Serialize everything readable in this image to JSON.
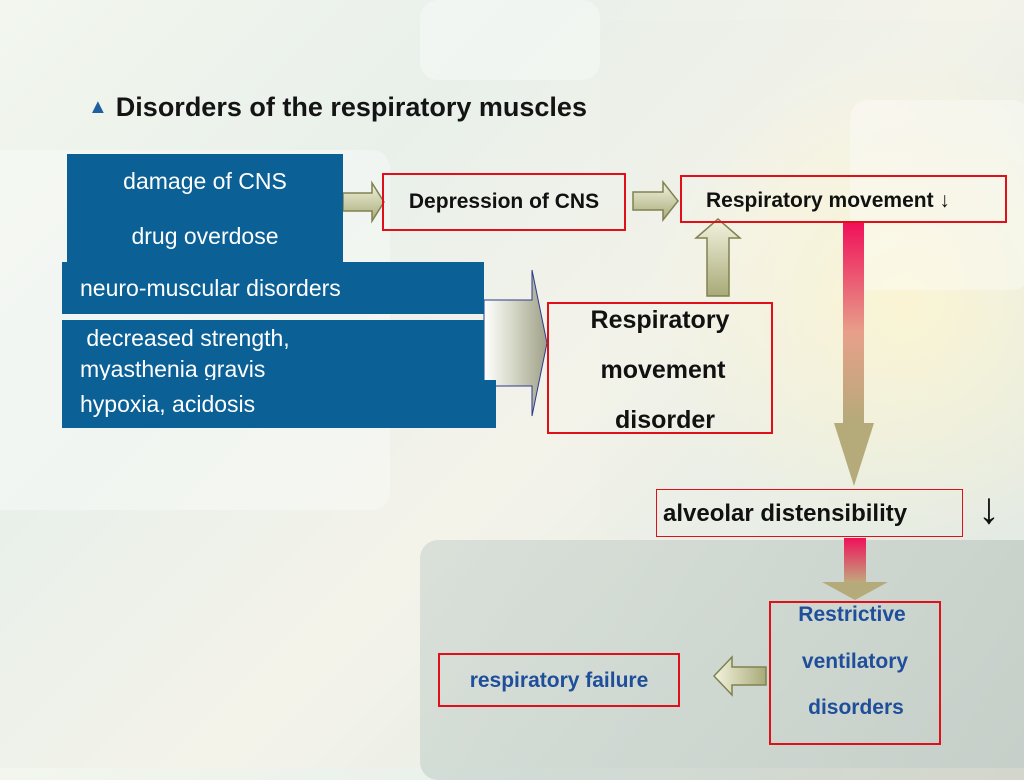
{
  "title": "Disorders of the respiratory muscles",
  "title_marker": "▲",
  "causes": {
    "group1": [
      "damage of CNS",
      "drug overdose"
    ],
    "neuro": "neuro-muscular disorders",
    "strength_line1": " decreased strength,",
    "strength_line2": "myasthenia gravis",
    "hypoxia": "hypoxia, acidosis"
  },
  "nodes": {
    "depression": "Depression of CNS",
    "resp_movement": "Respiratory movement ↓",
    "resp_movement_disorder": [
      "Respiratory",
      "movement",
      "disorder"
    ],
    "alveolar": "alveolar distensibility",
    "alveolar_arrow": "↓",
    "restrictive": [
      "Restrictive",
      "ventilatory",
      "disorders"
    ],
    "resp_failure": "respiratory failure"
  },
  "colors": {
    "blue_box": "#0b6096",
    "red_border": "#e0101a",
    "dark_blue_text": "#1f4f9a",
    "pink_arrow": "#f0115a",
    "olive_arrow": "#7f8250"
  }
}
